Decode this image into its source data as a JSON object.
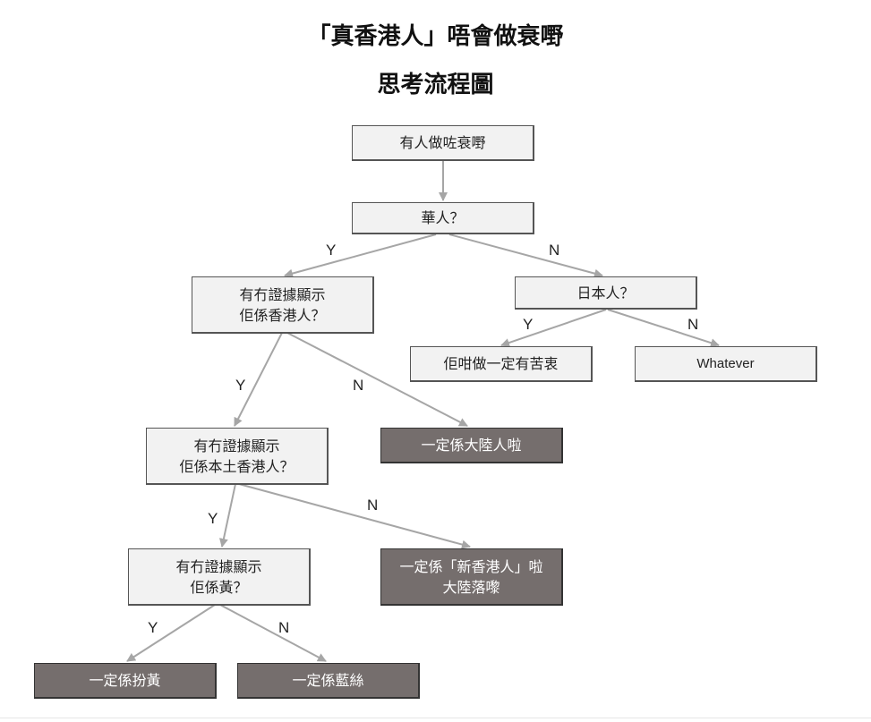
{
  "title_line1": "「真香港人」唔會做衰嘢",
  "title_line2": "思考流程圖",
  "nodes": {
    "start": [
      "有人做咗衰嘢"
    ],
    "chinese": [
      "華人？"
    ],
    "evidence_hk": [
      "有冇證據顯示",
      "佢係香港人？"
    ],
    "japanese": [
      "日本人？"
    ],
    "shame": [
      "佢咁做一定有苦衷"
    ],
    "whatever": [
      "Whatever"
    ],
    "evidence_local": [
      "有冇證據顯示",
      "佢係本土香港人？"
    ],
    "mainland1": [
      "一定係大陸人啦"
    ],
    "evidence_yellow": [
      "有冇證據顯示",
      "佢係黃？"
    ],
    "new_hk": [
      "一定係「新香港人」啦",
      "大陸落嚟"
    ],
    "fake_yellow": [
      "一定係扮黃"
    ],
    "blue": [
      "一定係藍絲"
    ]
  },
  "edge_labels": {
    "chinese_yes": "Y",
    "chinese_no": "N",
    "japanese_yes": "Y",
    "japanese_no": "N",
    "hk_yes": "Y",
    "hk_no": "N",
    "local_yes": "Y",
    "local_no": "N",
    "yellow_yes": "Y",
    "yellow_no": "N"
  },
  "colors": {
    "decision_box": "#f2f2f2",
    "terminal_box": "#756e6d",
    "arrow": "#a6a6a6"
  }
}
